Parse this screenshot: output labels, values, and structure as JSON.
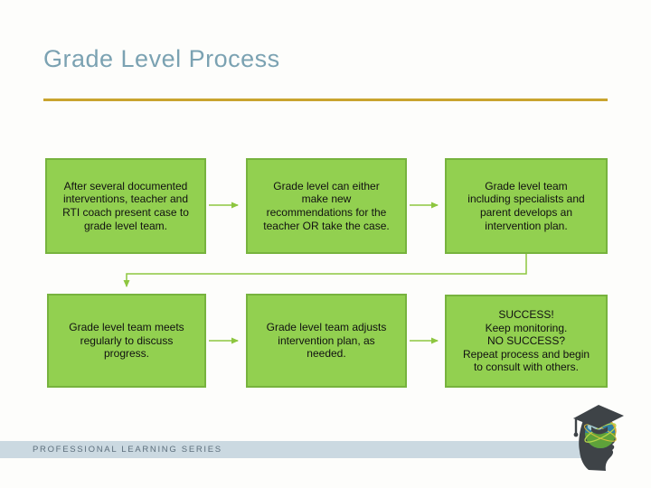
{
  "slide": {
    "title": "Grade Level Process"
  },
  "flowchart": {
    "boxes": [
      {
        "id": "step-1",
        "text": "After several documented\ninterventions, teacher and\nRTI coach present case to\ngrade level team."
      },
      {
        "id": "step-2",
        "text": "Grade level can either\nmake new\nrecommendations for the\nteacher OR take the case."
      },
      {
        "id": "step-3",
        "text": "Grade level team\nincluding specialists and\nparent develops an\nintervention plan."
      },
      {
        "id": "step-4",
        "text": "Grade level team meets\nregularly to discuss\nprogress."
      },
      {
        "id": "step-5",
        "text": "Grade level team adjusts\nintervention plan, as\nneeded."
      },
      {
        "id": "step-6",
        "text": "SUCCESS!\nKeep monitoring.\nNO SUCCESS?\nRepeat process and begin\nto consult with others."
      }
    ]
  },
  "footer": {
    "series_label": "PROFESSIONAL LEARNING SERIES",
    "logo_icon": "graduation-head-globe-icon"
  },
  "colors": {
    "box_fill": "#92D050",
    "box_border": "#77B33E",
    "connector": "#8DC63F",
    "title": "#7BA2B2",
    "accent_line": "#C9A42F",
    "footer_band": "#CBD9E1",
    "footer_text": "#5D6F7C",
    "logo_silhouette": "#3E4347"
  }
}
